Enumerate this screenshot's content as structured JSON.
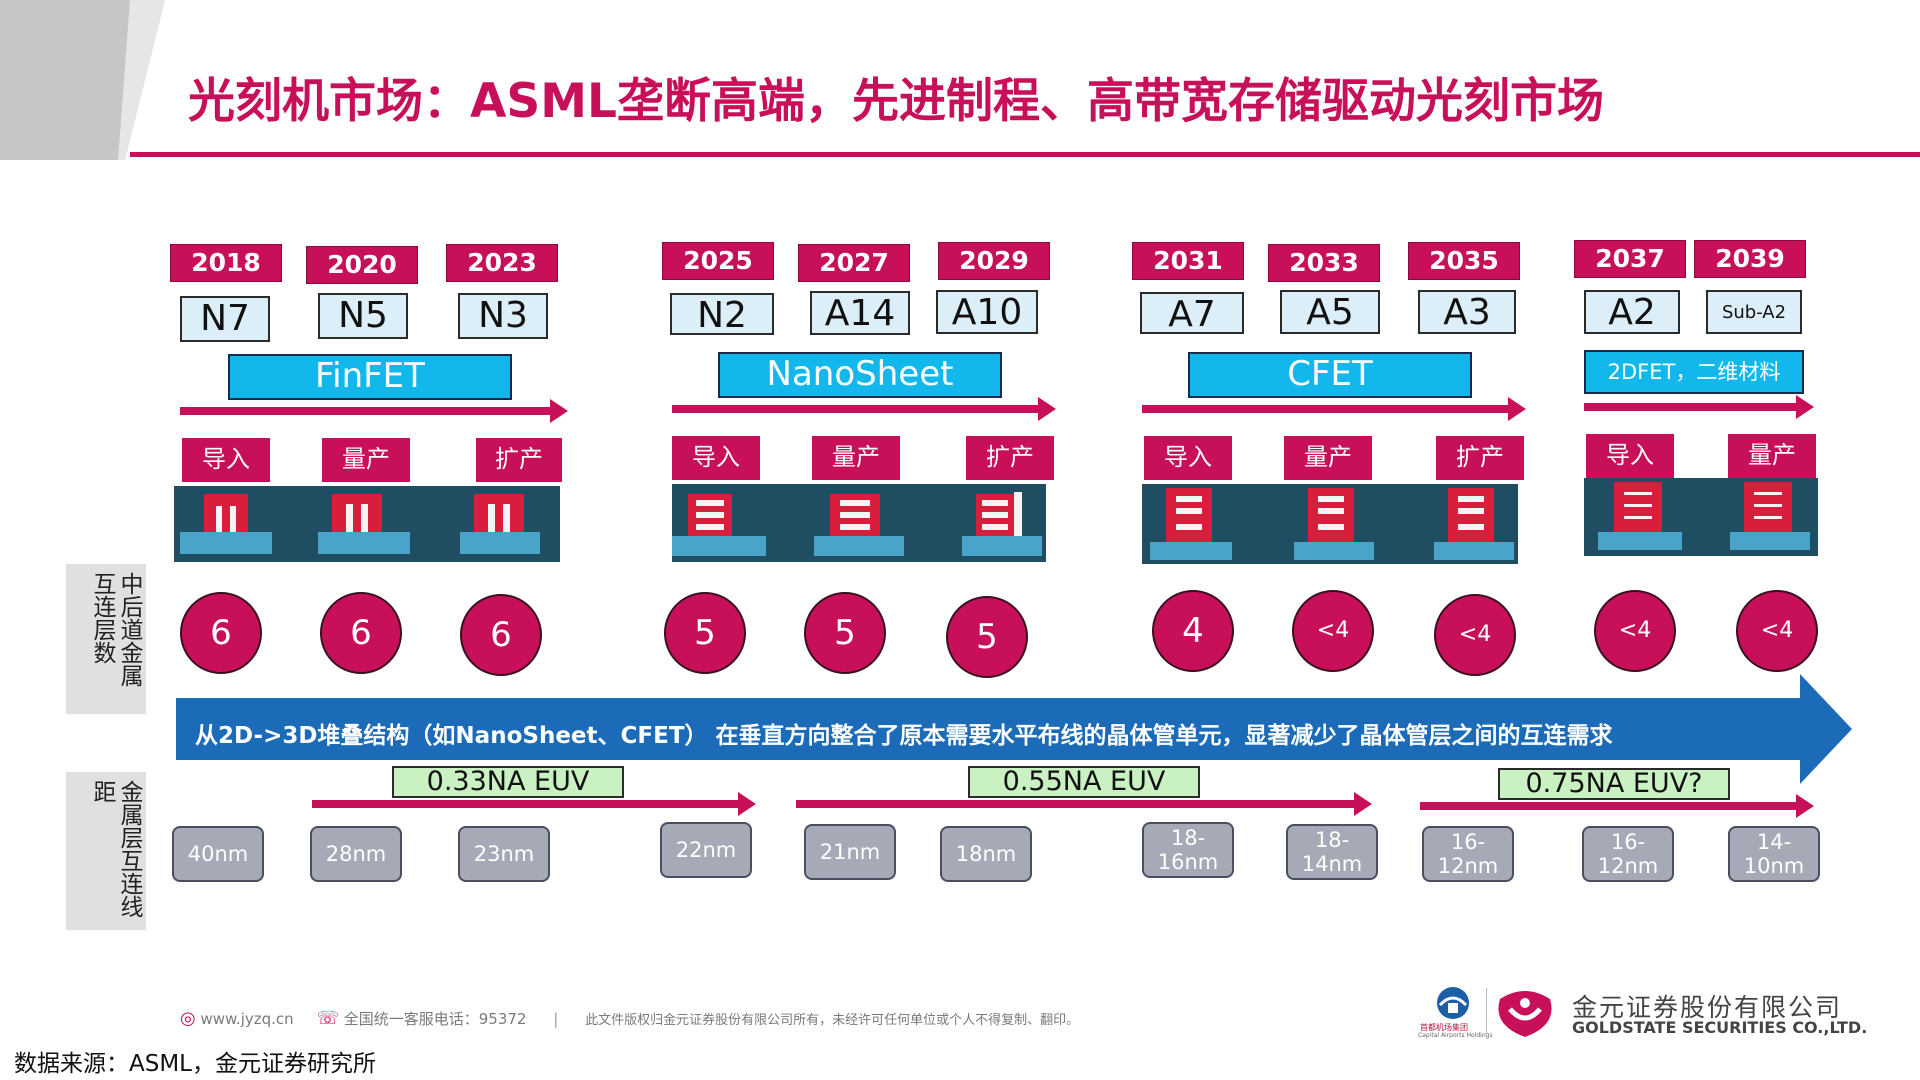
{
  "title": "光刻机市场：ASML垄断高端，先进制程、高带宽存储驱动光刻市场",
  "colors": {
    "accent": "#c8105a",
    "tech": "#12b7ec",
    "band": "#1f4e63",
    "arrow": "#1b6bb8",
    "euv": "#c9f1c1",
    "pitch": "#a6aab6"
  },
  "years": [
    "2018",
    "2020",
    "2023",
    "2025",
    "2027",
    "2029",
    "2031",
    "2033",
    "2035",
    "2037",
    "2039"
  ],
  "nodes": [
    "N7",
    "N5",
    "N3",
    "N2",
    "A14",
    "A10",
    "A7",
    "A5",
    "A3",
    "A2",
    "Sub-A2"
  ],
  "technologies": [
    "FinFET",
    "NanoSheet",
    "CFET",
    "2DFET，二维材料"
  ],
  "stages": [
    "导入",
    "量产",
    "扩产",
    "导入",
    "量产",
    "扩产",
    "导入",
    "量产",
    "扩产",
    "导入",
    "量产"
  ],
  "metal_layers_label": "中后道金属互连层数",
  "metal_layers": [
    "6",
    "6",
    "6",
    "5",
    "5",
    "5",
    "4",
    "<4",
    "<4",
    "<4",
    "<4"
  ],
  "arrow_text": "从2D->3D堆叠结构（如NanoSheet、CFET） 在垂直方向整合了原本需要水平布线的晶体管单元，显著减少了晶体管层之间的互连需求",
  "pitch_label": "金属层互连线距",
  "euv": [
    "0.33NA EUV",
    "0.55NA EUV",
    "0.75NA EUV?"
  ],
  "pitches": [
    "40nm",
    "28nm",
    "23nm",
    "22nm",
    "21nm",
    "18nm",
    "18-16nm",
    "18-14nm",
    "16-12nm",
    "16-12nm",
    "14-10nm"
  ],
  "footer": {
    "website": "www.jyzq.cn",
    "hotline": "全国统一客服电话：95372",
    "copyright": "此文件版权归金元证券股份有限公司所有，未经许可任何单位或个人不得复制、翻印。"
  },
  "brand": {
    "cn": "金元证券股份有限公司",
    "en": "GOLDSTATE SECURITIES CO.,LTD.",
    "partner_cn": "首都机场集团",
    "partner_en": "Capital Airports Holdings"
  },
  "source": "数据来源：ASML，金元证券研究所"
}
